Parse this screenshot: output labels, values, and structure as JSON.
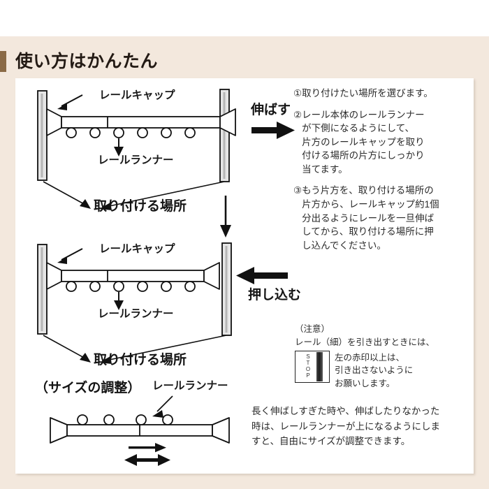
{
  "heading": "使い方はかんたん",
  "steps": [
    {
      "num": "①",
      "text": "取り付けたい場所を選びます。"
    },
    {
      "num": "②",
      "text": "レール本体のレールランナー\nが下側になるようにして、\n片方のレールキャップを取り\n付ける場所の片方にしっかり\n当てます。"
    },
    {
      "num": "③",
      "text": "もう片方を、取り付ける場所の\n片方から、レールキャップ約1個\n分出るようにレールを一旦伸ば\nしてから、取り付ける場所に押\nし込んでください。"
    }
  ],
  "diagram1": {
    "cap_label": "レールキャップ",
    "runner_label": "レールランナー",
    "place_label": "取り付ける場所",
    "action_label": "伸ばす"
  },
  "diagram2": {
    "cap_label": "レールキャップ",
    "runner_label": "レールランナー",
    "place_label": "取り付ける場所",
    "action_label": "押し込む"
  },
  "diagram3": {
    "title": "（サイズの調整）",
    "runner_label": "レールランナー"
  },
  "caution": {
    "title": "（注意）",
    "lead": "レール（細）を引き出すときには、",
    "stop_letters": [
      "S",
      "T",
      "O",
      "P"
    ],
    "body": "左の赤印以上は、\n引き出さないように\nお願いします。"
  },
  "bottom_note": "長く伸ばしすぎた時や、伸ばしたりなかった\n時は、レールランナーが上になるようにしま\nすと、自由にサイズが調整できます。",
  "colors": {
    "page_background": "#ffffff",
    "band_background": "#f3e8dd",
    "accent_bar": "#8a6a46",
    "card_background": "#ffffff",
    "ink": "#1a1a1a"
  }
}
